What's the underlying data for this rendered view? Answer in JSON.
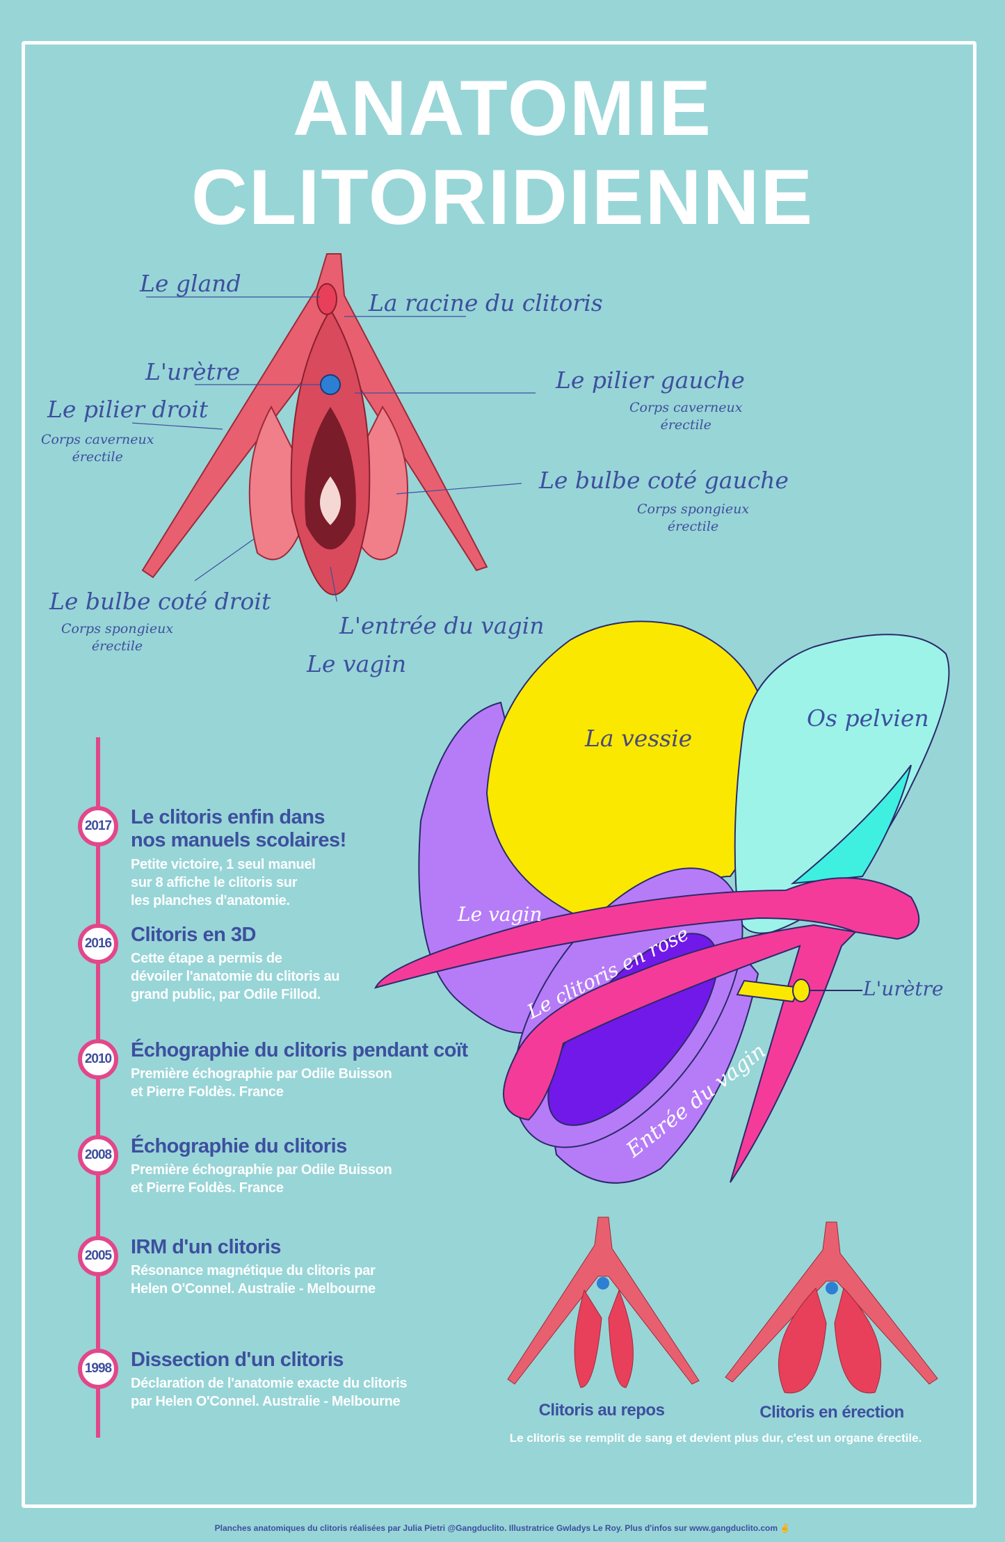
{
  "title": {
    "line1": "ANATOMIE",
    "line2": "CLITORIDIENNE"
  },
  "vulva_labels": {
    "gland": "Le gland",
    "racine": "La racine du clitoris",
    "uretre": "L'urètre",
    "pilier_droit": "Le pilier droit",
    "pilier_droit_sub1": "Corps caverneux",
    "pilier_droit_sub2": "érectile",
    "pilier_gauche": "Le pilier gauche",
    "pilier_gauche_sub1": "Corps caverneux",
    "pilier_gauche_sub2": "érectile",
    "bulbe_gauche": "Le bulbe coté gauche",
    "bulbe_gauche_sub1": "Corps spongieux",
    "bulbe_gauche_sub2": "érectile",
    "bulbe_droit": "Le bulbe coté droit",
    "bulbe_droit_sub1": "Corps spongieux",
    "bulbe_droit_sub2": "érectile",
    "entree_vagin": "L'entrée du vagin",
    "vagin": "Le vagin"
  },
  "diagram_labels": {
    "vessie": "La vessie",
    "os_pelvien": "Os pelvien",
    "vagin": "Le vagin",
    "uretre": "L'urètre",
    "clitoris": "Le clitoris en rose",
    "entree": "Entrée du vagin"
  },
  "colors": {
    "bg": "#98d5d7",
    "text_blue": "#3d4f9e",
    "timeline": "#e2478a",
    "vessie": "#fbe800",
    "os": "#9df3e8",
    "vagin": "#b67cf7",
    "clitoris": "#f53b99",
    "entree": "#7119e8"
  },
  "timeline": [
    {
      "year": "2017",
      "title1": "Le clitoris enfin dans",
      "title2": "nos manuels scolaires!",
      "desc": [
        "Petite victoire, 1 seul manuel",
        "sur 8 affiche le clitoris sur",
        "les planches d'anatomie."
      ]
    },
    {
      "year": "2016",
      "title1": "Clitoris en 3D",
      "title2": "",
      "desc": [
        "Cette étape a permis de",
        "dévoiler l'anatomie du clitoris au",
        "grand public, par Odile Fillod."
      ]
    },
    {
      "year": "2010",
      "title1": "Échographie du clitoris pendant coït",
      "title2": "",
      "desc": [
        "Première échographie par Odile Buisson",
        "et Pierre Foldès. France",
        ""
      ]
    },
    {
      "year": "2008",
      "title1": "Échographie du clitoris",
      "title2": "",
      "desc": [
        "Première échographie par Odile Buisson",
        "et Pierre Foldès. France",
        ""
      ]
    },
    {
      "year": "2005",
      "title1": "IRM d'un clitoris",
      "title2": "",
      "desc": [
        "Résonance magnétique du clitoris par",
        "Helen O'Connel. Australie - Melbourne",
        ""
      ]
    },
    {
      "year": "1998",
      "title1": "Dissection d'un clitoris",
      "title2": "",
      "desc": [
        "Déclaration de l'anatomie exacte du clitoris",
        "par Helen O'Connel. Australie - Melbourne",
        ""
      ]
    }
  ],
  "comparison": {
    "repos": "Clitoris au repos",
    "erection": "Clitoris en érection",
    "sentence": "Le clitoris se remplit de sang et devient plus dur, c'est un organe érectile."
  },
  "footer": "Planches anatomiques du clitoris réalisées par Julia Pietri @Gangduclito. Illustratrice Gwladys Le Roy. Plus d'infos sur www.gangduclito.com ✌"
}
